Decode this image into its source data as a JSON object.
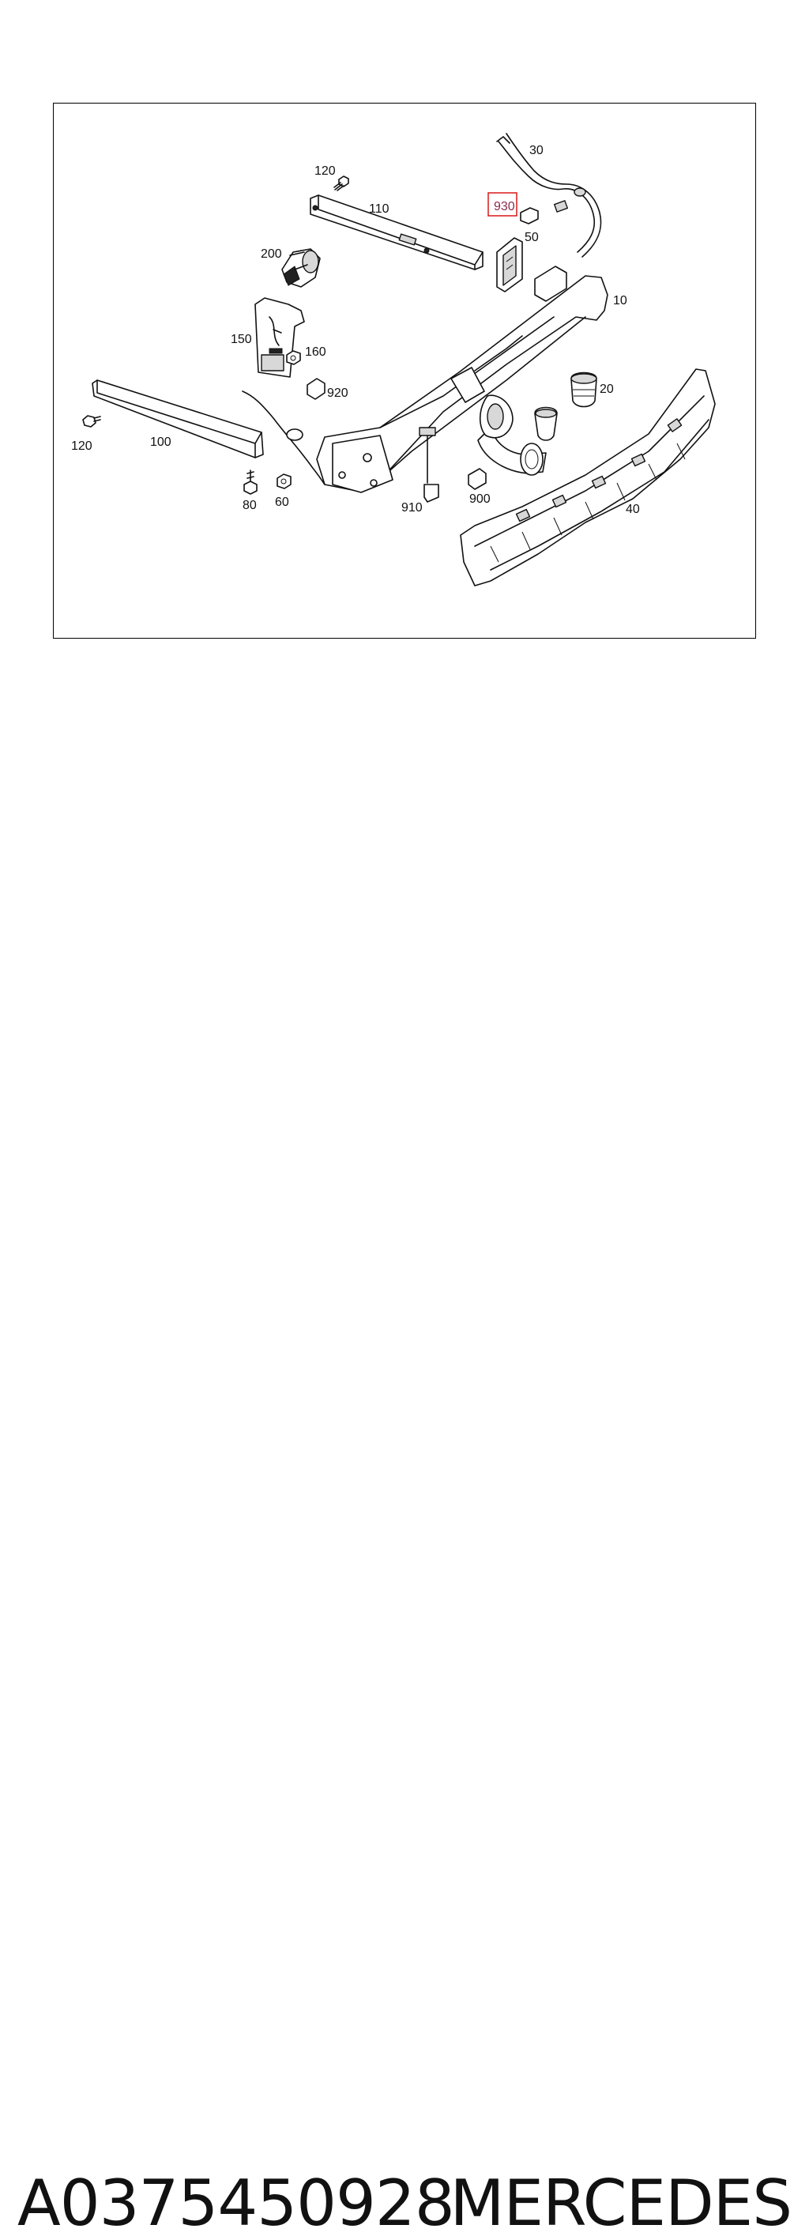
{
  "diagram": {
    "callouts": [
      {
        "id": "c30",
        "text": "30",
        "highlighted": false
      },
      {
        "id": "c120a",
        "text": "120",
        "highlighted": false
      },
      {
        "id": "c930",
        "text": "930",
        "highlighted": true
      },
      {
        "id": "c110",
        "text": "110",
        "highlighted": false
      },
      {
        "id": "c50",
        "text": "50",
        "highlighted": false
      },
      {
        "id": "c200",
        "text": "200",
        "highlighted": false
      },
      {
        "id": "c10",
        "text": "10",
        "highlighted": false
      },
      {
        "id": "c150",
        "text": "150",
        "highlighted": false
      },
      {
        "id": "c160",
        "text": "160",
        "highlighted": false
      },
      {
        "id": "c920",
        "text": "920",
        "highlighted": false
      },
      {
        "id": "c20",
        "text": "20",
        "highlighted": false
      },
      {
        "id": "c120b",
        "text": "120",
        "highlighted": false
      },
      {
        "id": "c100",
        "text": "100",
        "highlighted": false
      },
      {
        "id": "c80",
        "text": "80",
        "highlighted": false
      },
      {
        "id": "c60",
        "text": "60",
        "highlighted": false
      },
      {
        "id": "c910",
        "text": "910",
        "highlighted": false
      },
      {
        "id": "c900",
        "text": "900",
        "highlighted": false
      },
      {
        "id": "c40",
        "text": "40",
        "highlighted": false
      }
    ],
    "highlight_color": "#d81818"
  },
  "footer": {
    "part_number": "A0375450928",
    "brand": "MERCEDES"
  }
}
